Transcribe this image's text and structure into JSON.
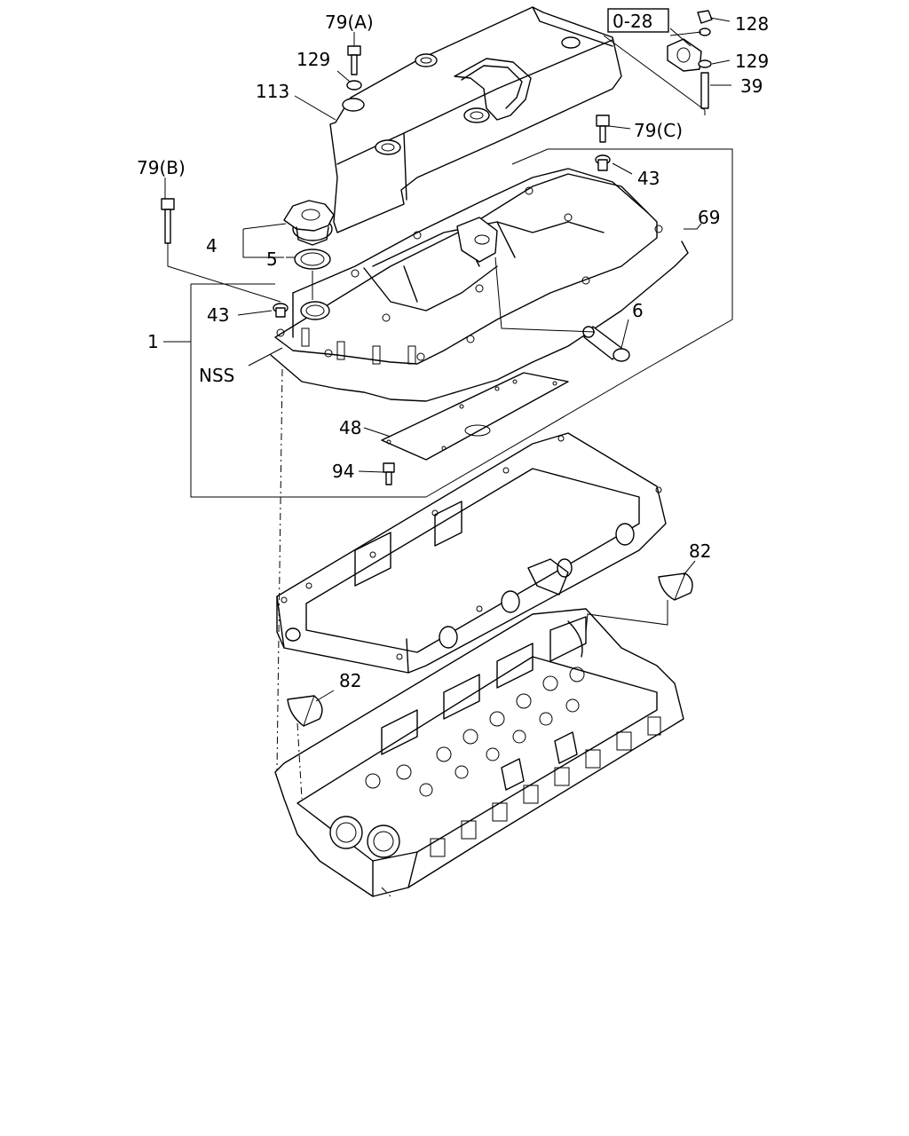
{
  "diagram": {
    "callouts": {
      "c79a": "79(A)",
      "c129_top": "129",
      "c113": "113",
      "c79b": "79(B)",
      "c4": "4",
      "c5": "5",
      "c43_left": "43",
      "c1": "1",
      "cnss": "NSS",
      "c48": "48",
      "c94": "94",
      "cref": "0-28",
      "c128": "128",
      "c129_right": "129",
      "c39": "39",
      "c79c": "79(C)",
      "c43_right": "43",
      "c69": "69",
      "c6": "6",
      "c82_upper": "82",
      "c82_lower": "82"
    }
  }
}
